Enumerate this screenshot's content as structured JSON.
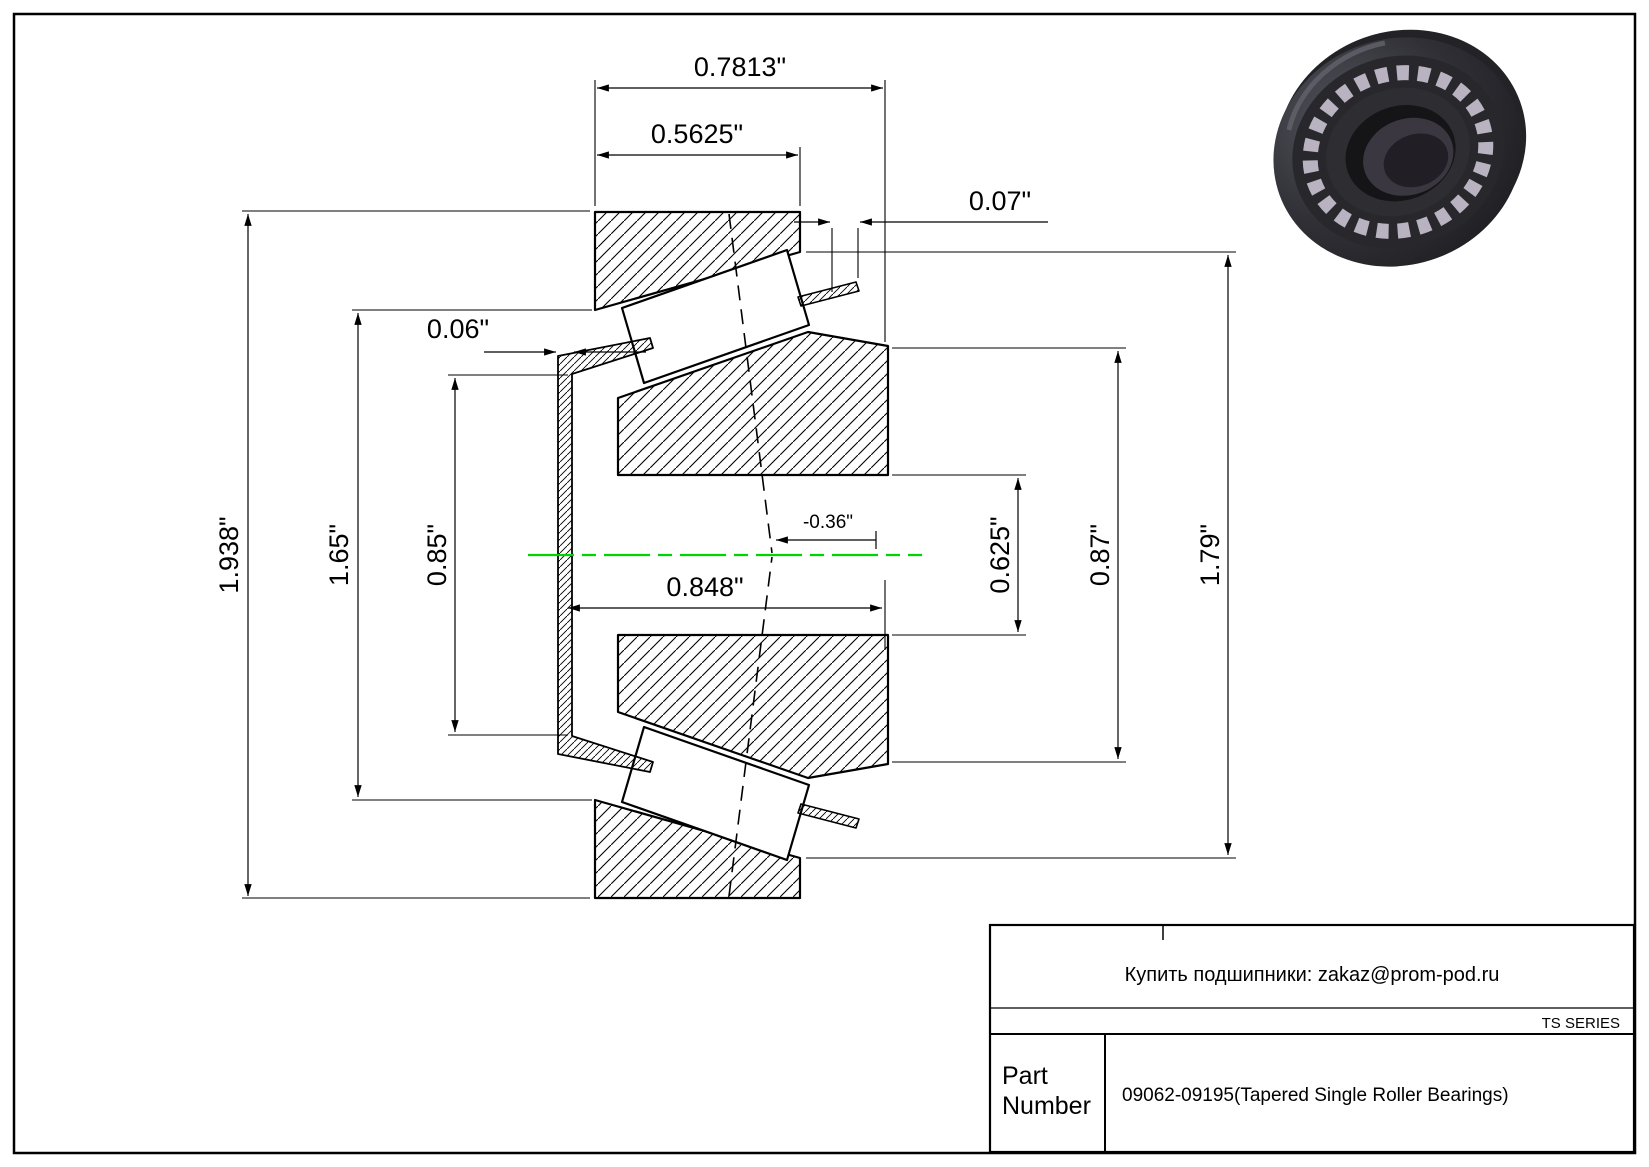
{
  "title_block": {
    "contact": "Купить подшипники: zakaz@prom-pod.ru",
    "series": "TS SERIES",
    "part_label_line1": "Part",
    "part_label_line2": "Number",
    "part_number": "09062-09195(Tapered Single Roller Bearings)"
  },
  "drawing": {
    "type": "bearing-cross-section",
    "description": "Tapered single roller bearing dimensional drawing",
    "centerline_color": "#00d400",
    "dimensions": {
      "overall_width": "0.7813\"",
      "cup_width": "0.5625\"",
      "cage_standout": "0.07\"",
      "seal_thickness": "0.06\"",
      "outer_diameter": "1.938\"",
      "cup_front_inner_diameter": "1.65\"",
      "seal_inner_diameter": "0.85\"",
      "cone_overall_width": "0.848\"",
      "effective_load_center": "-0.36\"",
      "bore_diameter": "0.625\"",
      "cone_rib_diameter": "0.87\"",
      "cup_back_inner_diameter": "1.79\""
    }
  }
}
